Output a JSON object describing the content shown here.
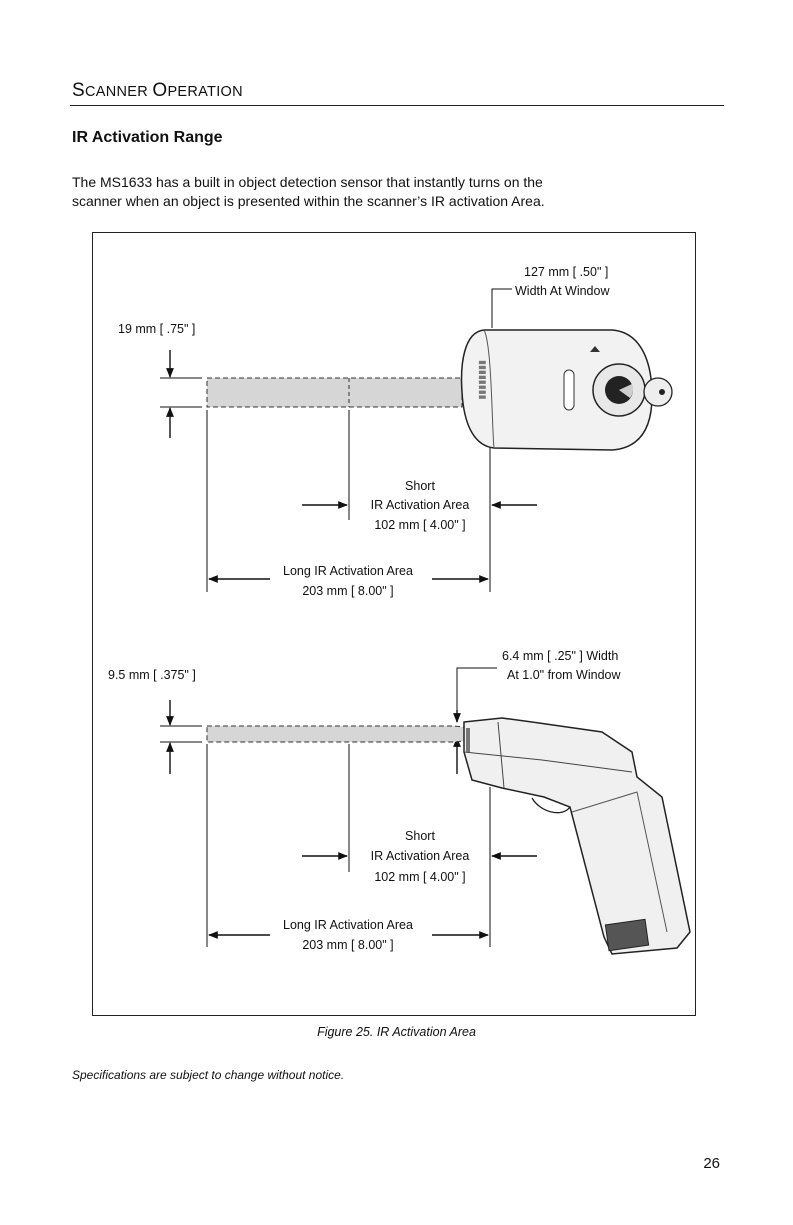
{
  "header": {
    "section_title_cap1": "S",
    "section_title_rest1": "CANNER ",
    "section_title_cap2": "O",
    "section_title_rest2": "PERATION"
  },
  "heading": "IR Activation Range",
  "intro_line1": "The MS1633 has a built in object detection sensor that instantly turns on the",
  "intro_line2": "scanner when an object is presented within the scanner’s IR activation Area.",
  "figure": {
    "top": {
      "window_width_line1": "127 mm [ .50\" ]",
      "window_width_line2": "Width At Window",
      "beam_height": "19 mm [ .75\" ]",
      "short_line1": "Short",
      "short_line2": "IR Activation Area",
      "short_line3": "102 mm [ 4.00\" ]",
      "long_line1": "Long IR Activation Area",
      "long_line2": "203 mm [ 8.00\" ]"
    },
    "bottom": {
      "window_width_line1": "6.4 mm [ .25\" ] Width",
      "window_width_line2": "At 1.0\" from Window",
      "beam_height": "9.5 mm [ .375\" ]",
      "short_line1": "Short",
      "short_line2": "IR Activation Area",
      "short_line3": "102 mm [ 4.00\" ]",
      "long_line1": "Long IR Activation Area",
      "long_line2": "203 mm [ 8.00\" ]"
    },
    "caption": "Figure 25. IR Activation Area"
  },
  "note": "Specifications are subject to change without notice.",
  "page_number": "26"
}
